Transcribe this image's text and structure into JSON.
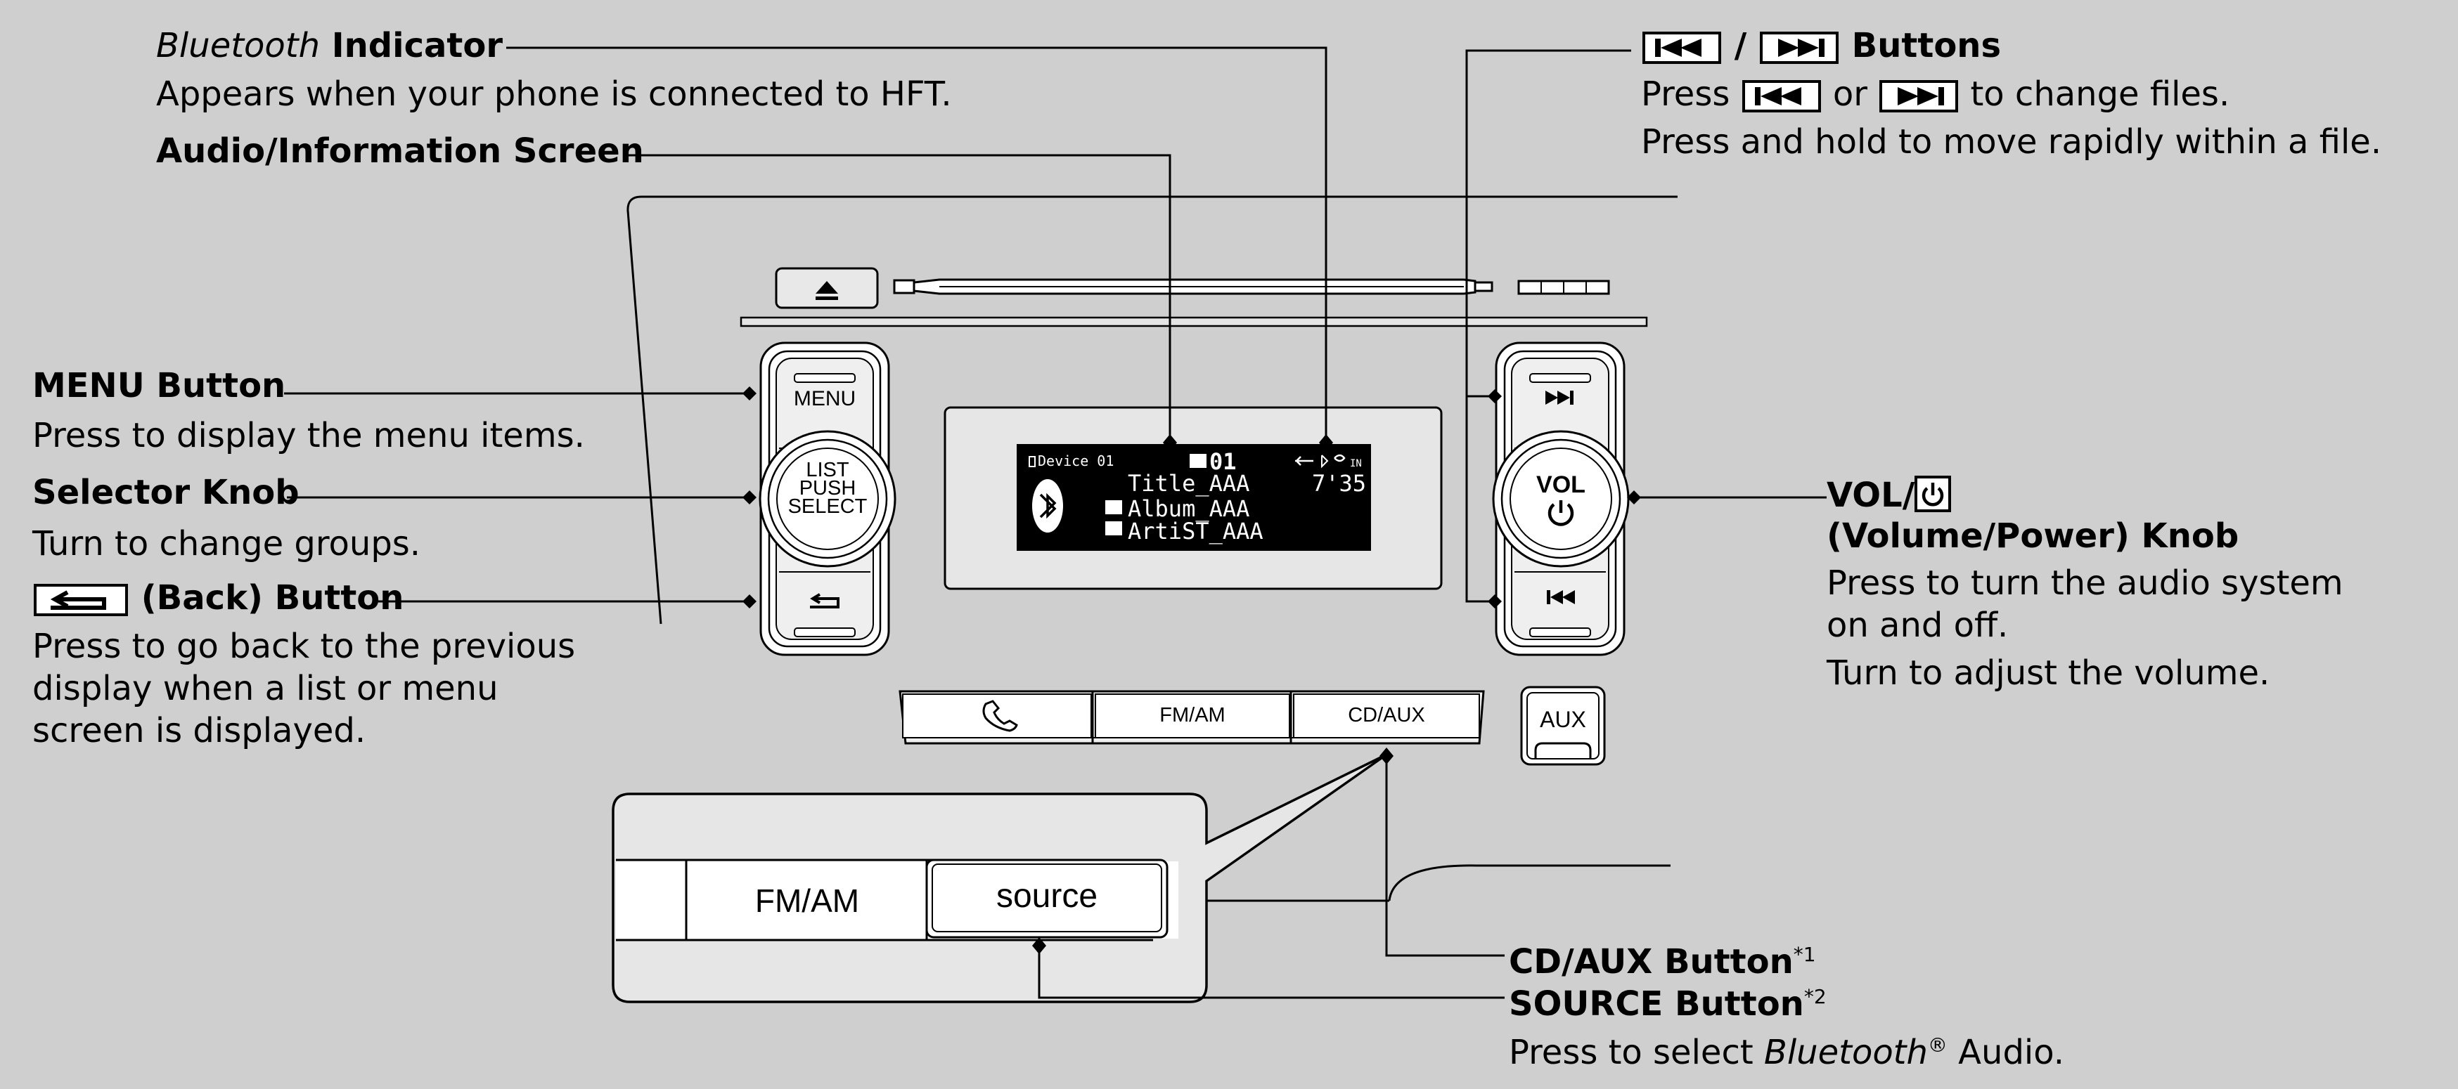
{
  "callouts": {
    "bluetooth_indicator": {
      "title_italic": "Bluetooth",
      "title_rest": " Indicator",
      "desc": "Appears when your phone is connected to HFT."
    },
    "audio_screen": {
      "title": "Audio/Information Screen"
    },
    "skip_buttons": {
      "title_sep": " / ",
      "title_rest": " Buttons",
      "desc1_a": "Press ",
      "desc1_b": " or ",
      "desc1_c": " to change files.",
      "desc2": "Press and hold to move rapidly within a file."
    },
    "menu_button": {
      "title": "MENU Button",
      "desc": "Press to display the menu items."
    },
    "selector_knob": {
      "title": "Selector Knob",
      "desc": "Turn to change groups."
    },
    "back_button": {
      "title": " (Back) Button",
      "desc1": "Press to go back to the previous",
      "desc2": "display when a list or menu",
      "desc3": "screen is displayed."
    },
    "vol_knob": {
      "title1": "VOL/",
      "title2": "(Volume/Power) Knob",
      "desc1": "Press to turn the audio system",
      "desc2": "on and off.",
      "desc3": "Turn to adjust the volume."
    },
    "cd_aux_button": {
      "title": "CD/AUX Button",
      "note": "*1"
    },
    "source_button": {
      "title": "SOURCE Button",
      "note": "*2",
      "desc_a": "Press to select ",
      "desc_italic": "Bluetooth",
      "desc_reg": "®",
      "desc_b": " Audio."
    }
  },
  "panel": {
    "menu_label": "MENU",
    "selector_lines": [
      "LIST",
      "PUSH",
      "SELECT"
    ],
    "vol_label": "VOL",
    "fm_am_label": "FM/AM",
    "cd_aux_label": "CD/AUX",
    "aux_label": "AUX",
    "inset_fm_am_label": "FM/AM",
    "inset_source_label": "source"
  },
  "display": {
    "device": "Device 01",
    "track_no": "01",
    "title": "Title_AAA",
    "time": "7'35",
    "album": "Album_AAA",
    "artist": "ArtiST_AAA",
    "in_label": "IN"
  },
  "colors": {
    "background": "#cfcfcf",
    "panel_face": "#cfcfcf",
    "screen": "#000000",
    "button_face": "#ffffff"
  }
}
